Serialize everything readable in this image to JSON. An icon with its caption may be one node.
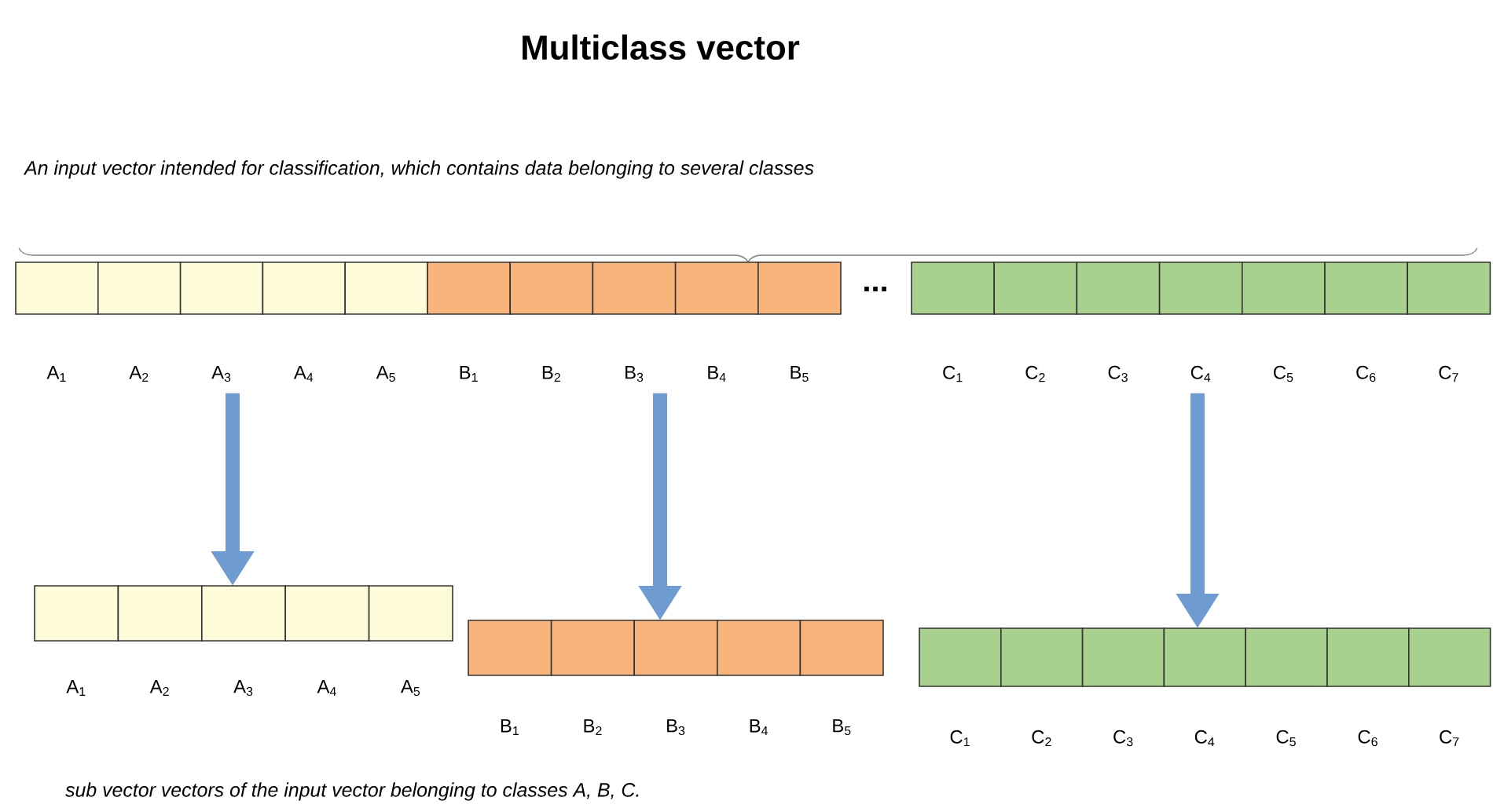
{
  "diagram": {
    "title": "Multiclass vector",
    "caption": "sub vector vectors of the input vector belonging to classes A, B, C.",
    "nodes": [
      {
        "text": [],
        "shape": "box",
        "beside": [
          "A$_{1}$",
          "A$_{2}$",
          "A$_{3}$",
          "A$_{4}$",
          "A$_{5}$"
        ]
      },
      {
        "text": [],
        "shape": "box",
        "beside": [
          "B$_{1}$",
          "B$_{2}$",
          "B$_{3}$",
          "B$_{4}$",
          "B$_{5}$"
        ]
      },
      {
        "text": [],
        "shape": "box",
        "beside": [
          "C$_{1}$",
          "C$_{2}$",
          "C$_{3}$",
          "C$_{4}$",
          "C$_{5}$",
          "C$_{6}$",
          "C$_{7}$"
        ]
      },
      {
        "text": [],
        "shape": "box",
        "beside": [
          "A$_{1}$",
          "A$_{2}$",
          "A$_{3}$",
          "A$_{4}$",
          "A$_{5}$"
        ]
      },
      {
        "text": [],
        "shape": "box",
        "beside": [
          "B$_{1}$",
          "B$_{2}$",
          "B$_{3}$",
          "B$_{4}$",
          "B$_{5}$"
        ]
      },
      {
        "text": [],
        "shape": "box",
        "beside": [
          "C$_{1}$",
          "C$_{2}$",
          "C$_{3}$",
          "C$_{4}$",
          "C$_{5}$",
          "C$_{6}$",
          "C$_{7}$"
        ]
      }
    ],
    "edges": [
      {
        "from": 0,
        "to": 3,
        "arrow": "to"
      },
      {
        "from": 1,
        "to": 4,
        "arrow": "to"
      },
      {
        "from": 2,
        "to": 5,
        "arrow": "to"
      }
    ],
    "labels": [
      "An input vector intended for classification, which contains data belonging to several classes",
      "..."
    ]
  }
}
